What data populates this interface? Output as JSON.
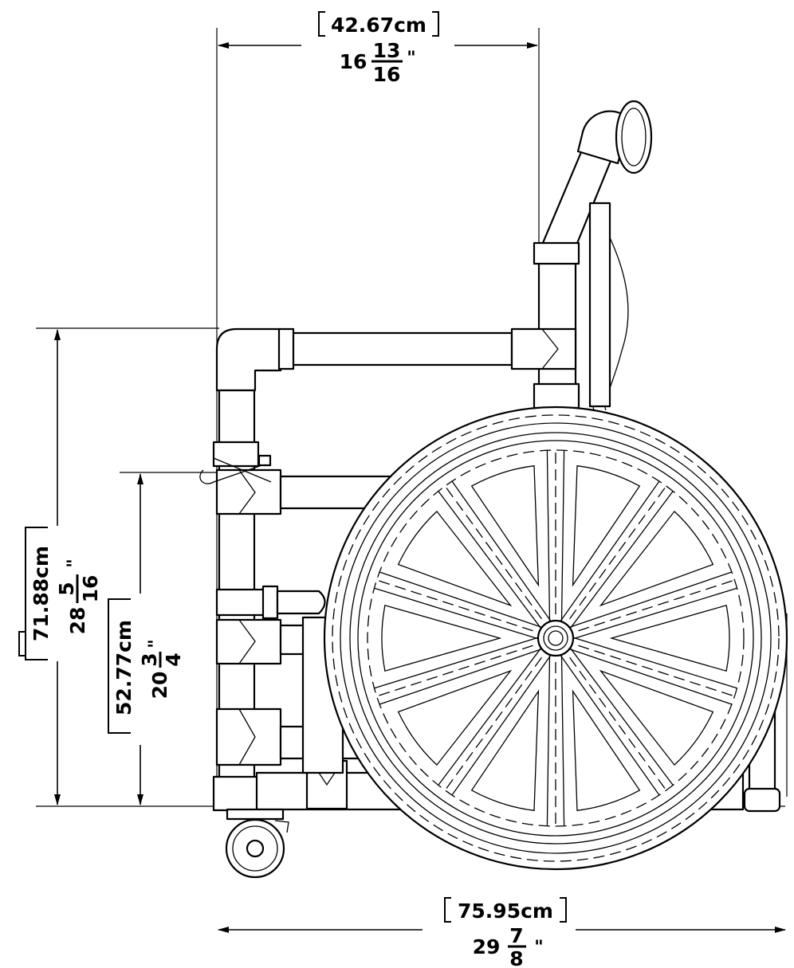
{
  "dimensions": {
    "top_width": {
      "metric": "42.67cm",
      "whole": "16",
      "numerator": "13",
      "denominator": "16",
      "unit": "\""
    },
    "overall_height": {
      "metric": "71.88cm",
      "whole": "28",
      "numerator": "5",
      "denominator": "16",
      "unit": "\""
    },
    "seat_height": {
      "metric": "52.77cm",
      "whole": "20",
      "numerator": "3",
      "denominator": "4",
      "unit": "\""
    },
    "overall_length": {
      "metric": "75.95cm",
      "whole": "29",
      "numerator": "7",
      "denominator": "8",
      "unit": "\""
    }
  }
}
